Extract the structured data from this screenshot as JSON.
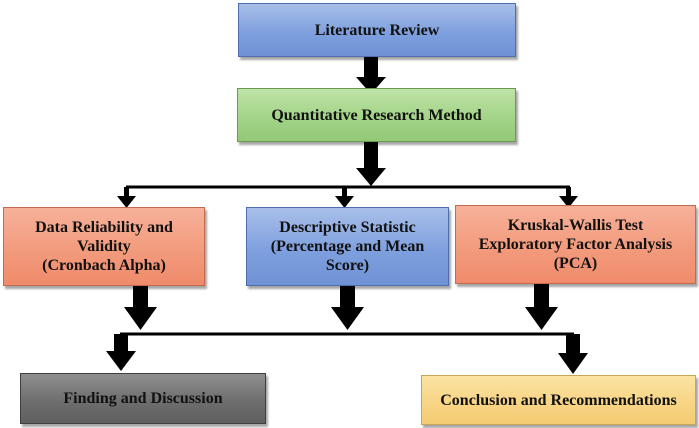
{
  "diagram": {
    "boxes": {
      "literature_review": "Literature Review",
      "quant_method": "Quantitative Research Method",
      "reliability": [
        "Data Reliability and",
        "Validity",
        "(Cronbach Alpha)"
      ],
      "descriptive": [
        "Descriptive Statistic",
        "(Percentage and Mean",
        "Score)"
      ],
      "kruskal": [
        "Kruskal-Wallis Test",
        "Exploratory Factor Analysis",
        "(PCA)"
      ],
      "finding": "Finding and Discussion",
      "conclusion": "Conclusion and Recommendations"
    },
    "colors": {
      "blue": "#7fa0de",
      "green": "#a3d488",
      "salmon": "#f39b7d",
      "gray": "#6e6e6e",
      "yellow": "#f8d586",
      "arrow": "#000000"
    }
  }
}
